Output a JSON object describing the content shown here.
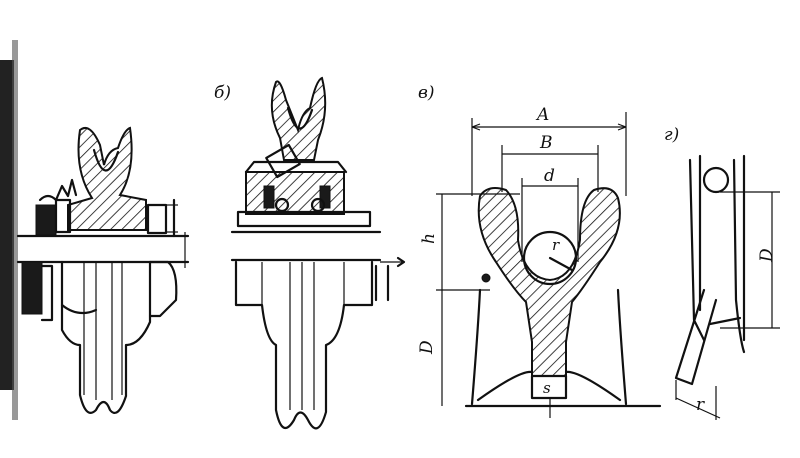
{
  "panel_labels": {
    "b": "б)",
    "v": "в)",
    "g": "г)"
  },
  "dimension_labels": {
    "A": "A",
    "B": "B",
    "d": "d",
    "h": "h",
    "r": "r",
    "D_left": "D",
    "s": "s",
    "D_right": "D",
    "r_right": "r"
  }
}
